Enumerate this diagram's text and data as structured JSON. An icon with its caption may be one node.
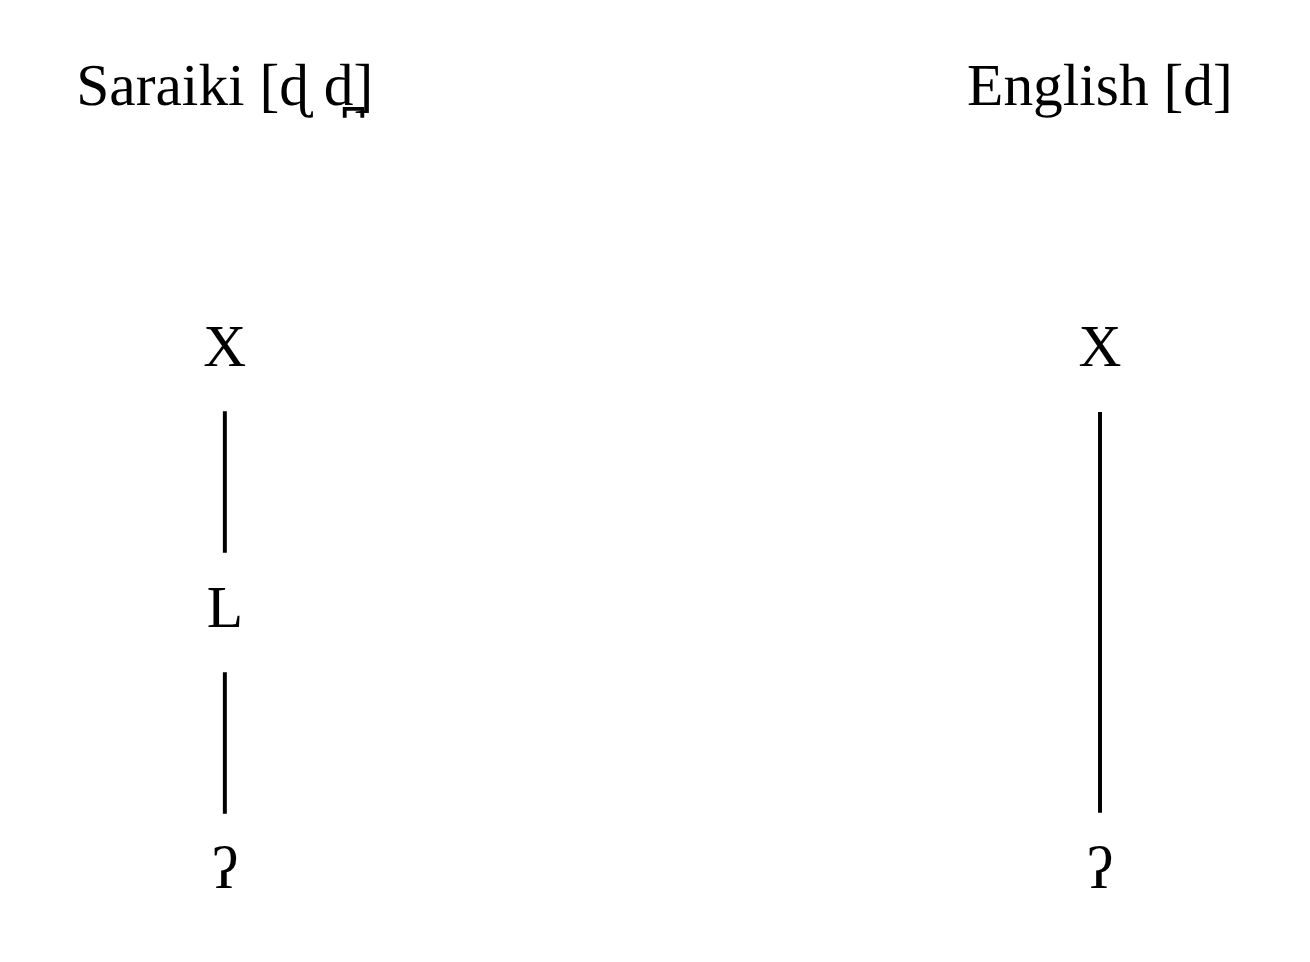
{
  "diagram": {
    "nodes": [
      {
        "text": [
          "X"
        ]
      },
      {
        "text": [
          "L"
        ]
      },
      {
        "text": [
          "ʔ"
        ]
      },
      {
        "text": [
          "X"
        ]
      },
      {
        "text": [
          "ʔ"
        ]
      }
    ],
    "edges": [
      {
        "from": 0,
        "to": 1,
        "arrow": "none"
      },
      {
        "from": 1,
        "to": 2,
        "arrow": "none"
      },
      {
        "from": 3,
        "to": 4,
        "arrow": "none"
      }
    ],
    "labels": [
      "Saraiki [ɖ d̪]",
      "English [d]"
    ]
  }
}
